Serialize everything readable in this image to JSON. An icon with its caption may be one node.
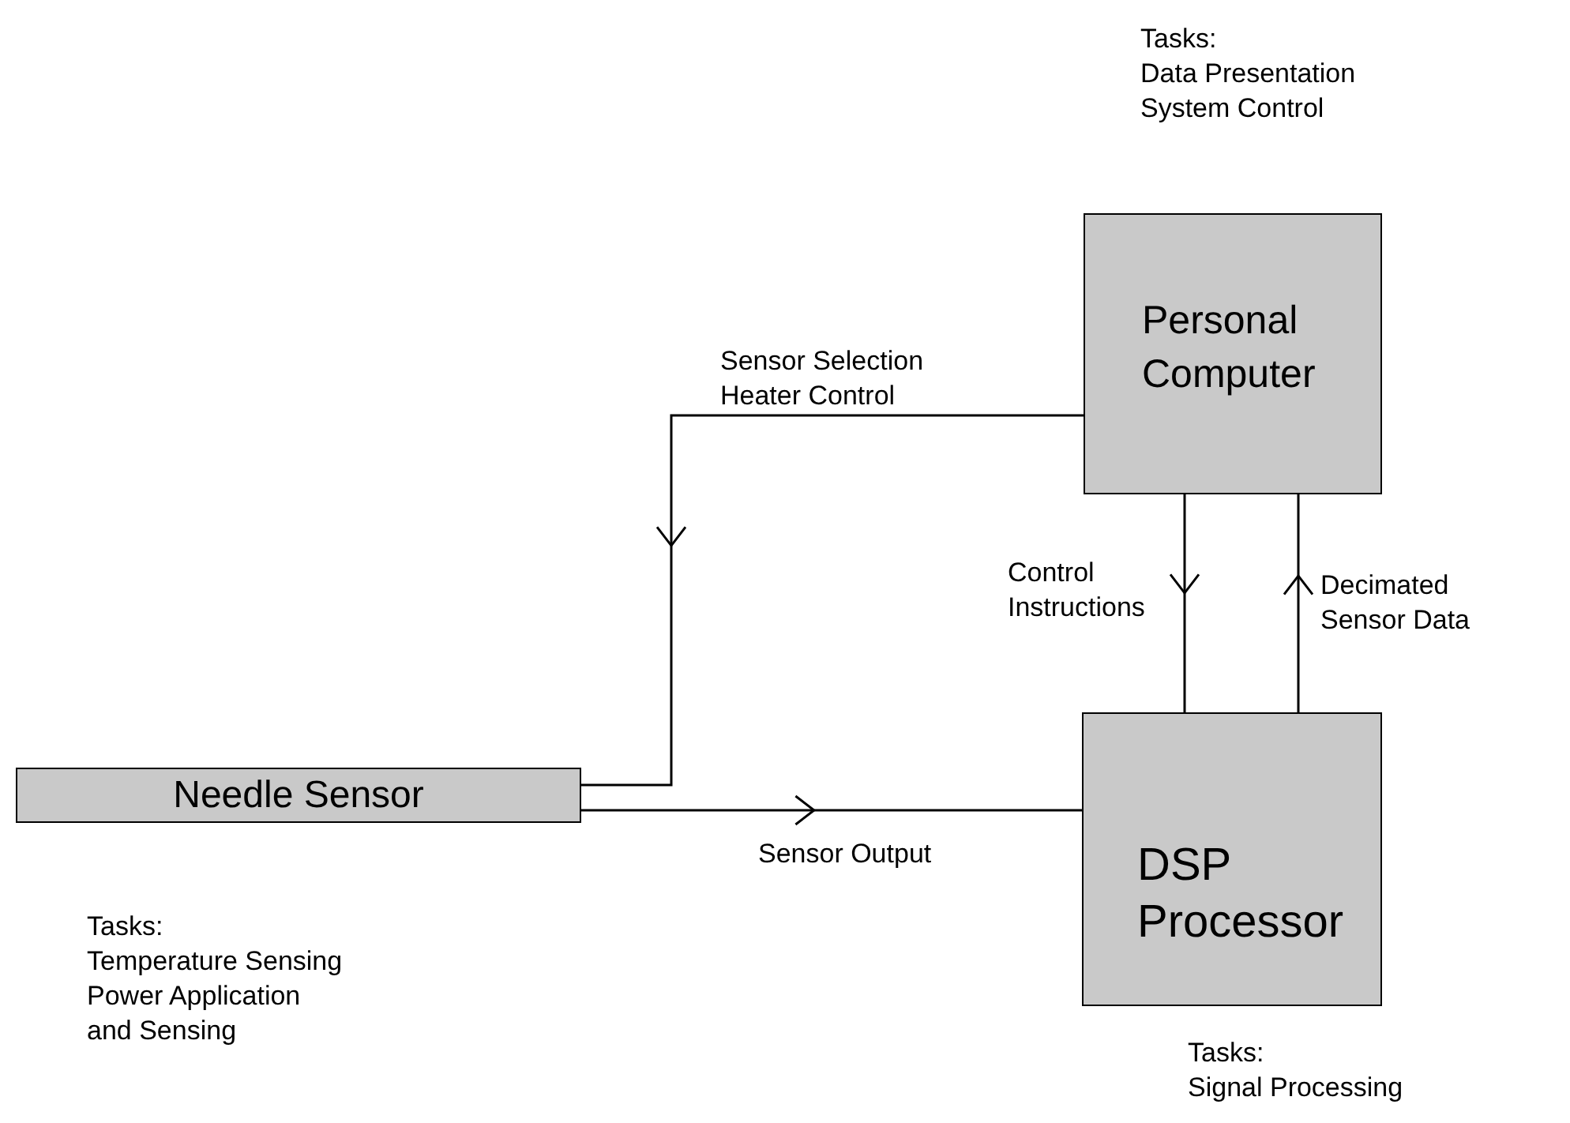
{
  "diagram": {
    "nodes": [
      {
        "text": [
          "Personal Computer"
        ],
        "beside": [
          "Tasks:",
          "Data Presentation",
          "System Control"
        ]
      },
      {
        "text": [
          "Needle Sensor"
        ],
        "beside": [
          "Tasks:",
          "Temperature Sensing",
          "Power Application",
          "and Sensing"
        ]
      },
      {
        "text": [
          "DSP Processor"
        ],
        "beside": [
          "Tasks:",
          "Signal Processing"
        ]
      }
    ],
    "edges": [
      {
        "from": 0,
        "to": 1,
        "arrow": "to",
        "label": "Sensor Selection Heater Control"
      },
      {
        "from": 1,
        "to": 2,
        "arrow": "to",
        "label": "Sensor Output"
      },
      {
        "from": 0,
        "to": 2,
        "arrow": "to",
        "label": "Control Instructions"
      },
      {
        "from": 2,
        "to": 0,
        "arrow": "to",
        "label": "Decimated Sensor Data"
      }
    ]
  }
}
